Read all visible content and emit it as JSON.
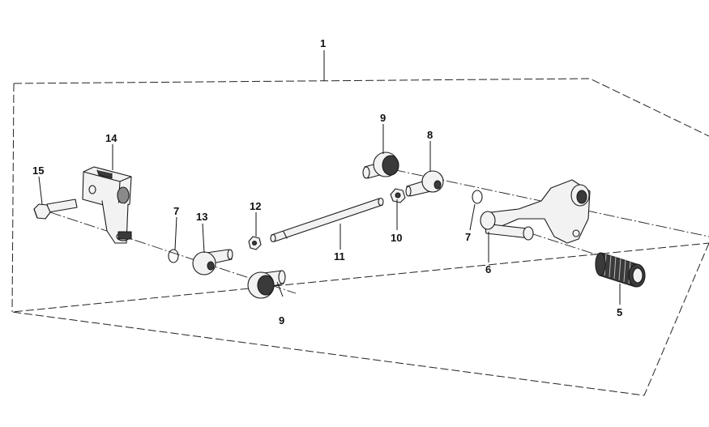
{
  "diagram": {
    "type": "exploded-parts-diagram",
    "callouts": {
      "c1": "1",
      "c5": "5",
      "c6": "6",
      "c7_left": "7",
      "c7_right": "7",
      "c8": "8",
      "c9_top": "9",
      "c9_bottom": "9",
      "c10": "10",
      "c11": "11",
      "c12": "12",
      "c13": "13",
      "c14": "14",
      "c15": "15"
    },
    "colors": {
      "line": "#1a1a1a",
      "light_fill": "#f2f2f2",
      "shade_fill": "#8a8a8a",
      "dark_fill": "#3a3a3a",
      "background": "#ffffff"
    }
  }
}
